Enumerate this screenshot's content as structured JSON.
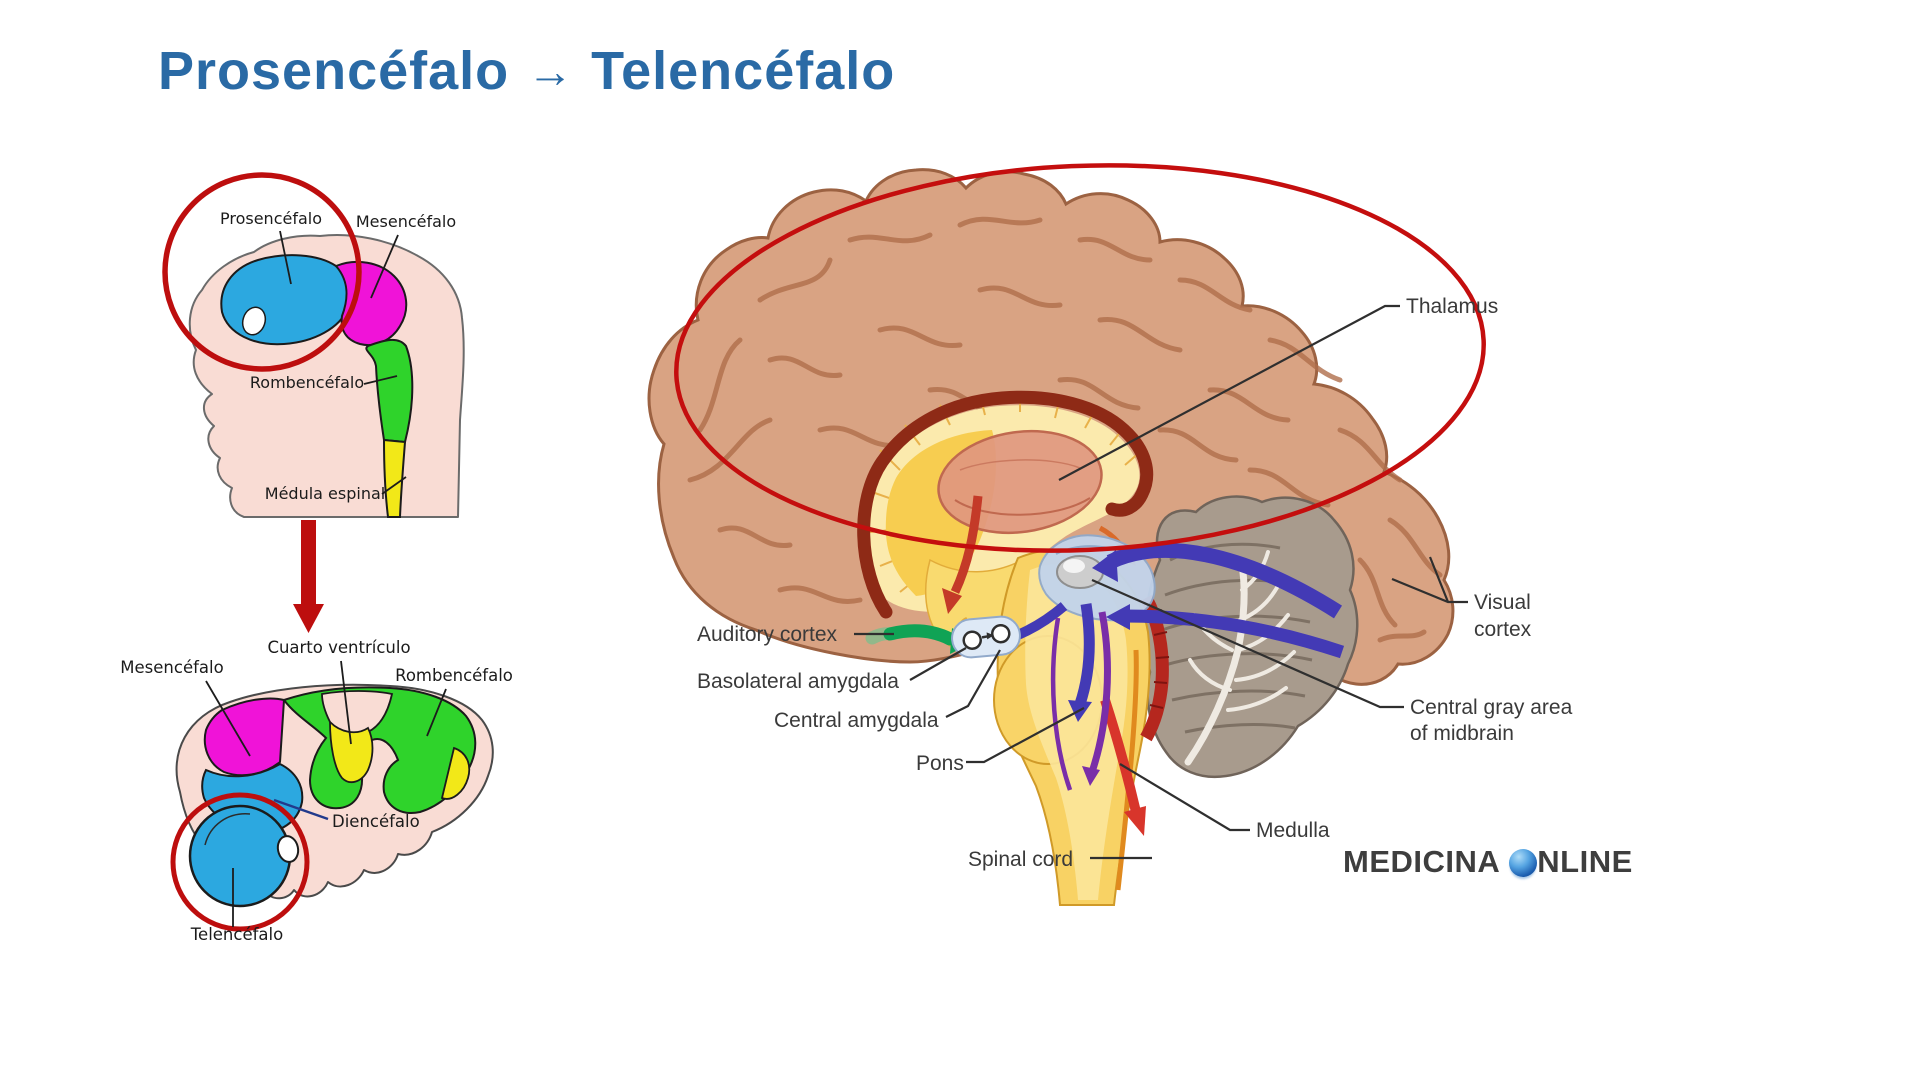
{
  "title": {
    "part1": "Prosencéfalo",
    "arrow": "→",
    "part2": "Telencéfalo"
  },
  "embryo_early": {
    "labels": {
      "prosencephalon": "Prosencéfalo",
      "mesencephalon": "Mesencéfalo",
      "rhombencephalon": "Rombencéfalo",
      "spinal_cord": "Médula espinal"
    }
  },
  "embryo_late": {
    "labels": {
      "fourth_ventricle": "Cuarto ventrículo",
      "mesencephalon": "Mesencéfalo",
      "rhombencephalon": "Rombencéfalo",
      "diencephalon": "Diencéfalo",
      "telencephalon": "Telencéfalo"
    }
  },
  "brain": {
    "labels": {
      "thalamus": "Thalamus",
      "visual_cortex_1": "Visual",
      "visual_cortex_2": "cortex",
      "auditory_cortex": "Auditory cortex",
      "basolateral_amygdala": "Basolateral amygdala",
      "central_amygdala": "Central amygdala",
      "pons": "Pons",
      "central_gray_1": "Central gray area",
      "central_gray_2": "of midbrain",
      "medulla": "Medulla",
      "spinal_cord": "Spinal cord"
    }
  },
  "watermark": {
    "part1": "MEDICINA",
    "part2": "NLINE"
  },
  "colors": {
    "title_blue": "#2a6aa5",
    "highlight_red": "#bd0e0e",
    "region_blue": "#2ca8e0",
    "region_magenta": "#f013d8",
    "region_green": "#2fd32b",
    "region_yellow": "#f2e818",
    "embryo_skin": "#f9dcd4",
    "cortex_tan": "#d9a383",
    "label_dark": "#3a3a3a",
    "watermark_gray": "#3e3e3e",
    "globe_blue": "#1c5eb0"
  }
}
